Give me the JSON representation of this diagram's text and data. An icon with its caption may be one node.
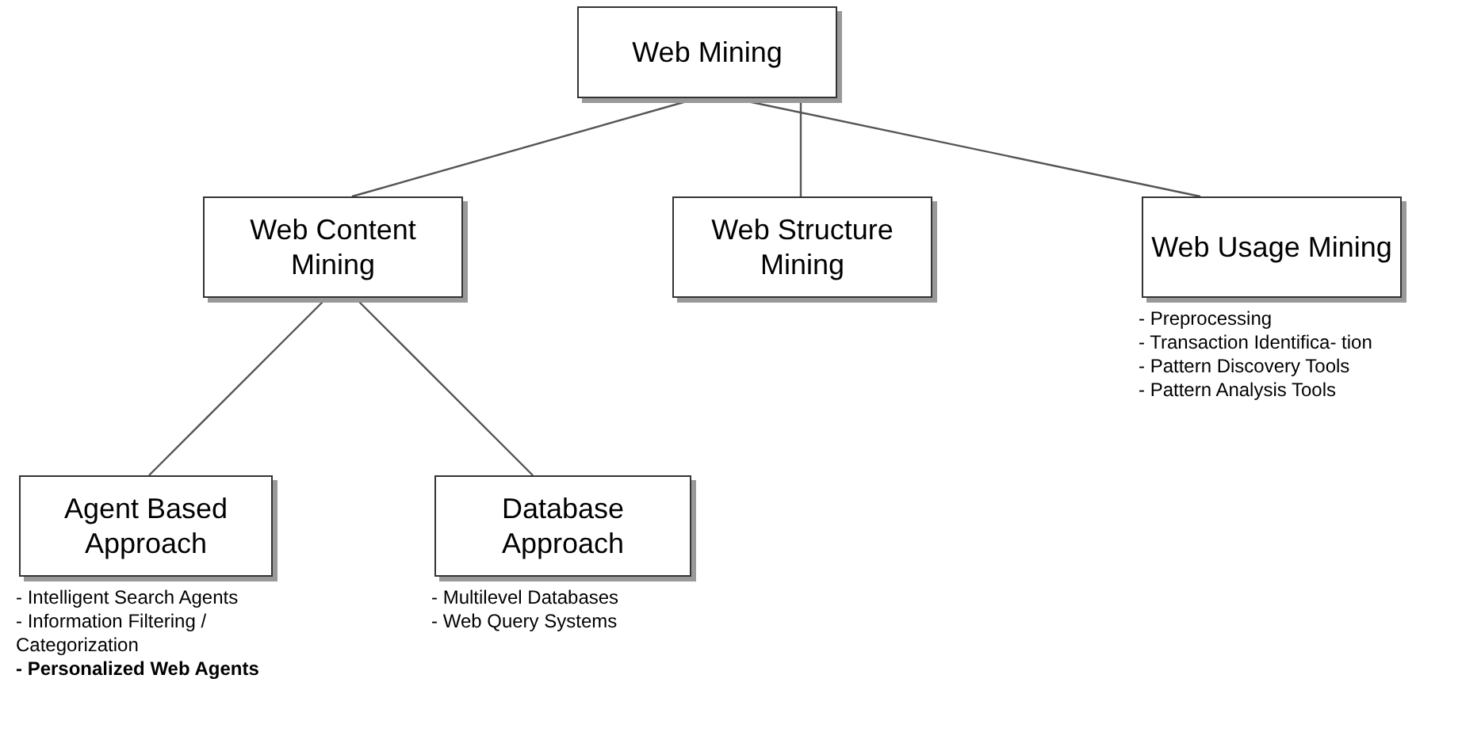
{
  "diagram": {
    "nodes": [
      {
        "text": [
          "Web Mining"
        ]
      },
      {
        "text": [
          "Web Content Mining"
        ]
      },
      {
        "text": [
          "Web Structure Mining"
        ]
      },
      {
        "text": [
          "Web Usage Mining"
        ],
        "beside": [
          "- Preprocessing",
          "- Transaction Identifica- tion",
          "- Pattern Discovery Tools",
          "- Pattern Analysis Tools"
        ]
      },
      {
        "text": [
          "Agent Based Approach"
        ],
        "beside": [
          "- Intelligent Search Agents",
          "- Information Filtering / Categorization",
          "**- Personalized Web Agents**"
        ]
      },
      {
        "text": [
          "Database Approach"
        ],
        "beside": [
          "- Multilevel Databases",
          "- Web Query Systems"
        ]
      }
    ],
    "edges": [
      {
        "from": 0,
        "to": 1,
        "arrow": "none"
      },
      {
        "from": 0,
        "to": 2,
        "arrow": "none"
      },
      {
        "from": 0,
        "to": 3,
        "arrow": "none"
      },
      {
        "from": 1,
        "to": 4,
        "arrow": "none"
      },
      {
        "from": 1,
        "to": 5,
        "arrow": "none"
      }
    ]
  }
}
